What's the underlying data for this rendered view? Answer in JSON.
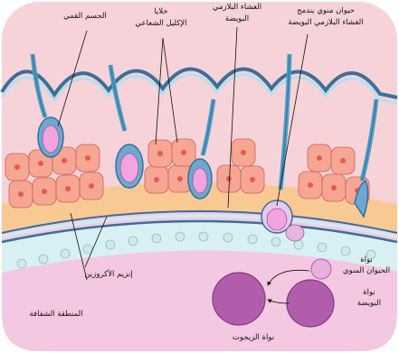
{
  "diagram": {
    "labels": {
      "acrosome": "الجسم القمي",
      "corona_cells": "خلايا",
      "corona_radiata": "الإكليل الشعاعي",
      "zona_pellucida_top": "الغشاء البلازمي",
      "zona_pellucida_bottom": "البويضة",
      "sperm_fusing": "حيوان منوي يندمج",
      "sperm_fusing_2": "الغشاء البلازمي البويضة",
      "zona_enzyme": "إنزيم الأكروزين",
      "perivitelline": "المنطقة الشفافة",
      "sperm_nucleus_1": "نواة",
      "sperm_nucleus_2": "الحيوان المنوي",
      "egg_nucleus_1": "نواة",
      "egg_nucleus_2": "البويضة",
      "zygote_nucleus": "نواة الزيجوت"
    },
    "colors": {
      "outer_bg": "#f6d3d9",
      "egg_cytoplasm": "#f4c8e2",
      "granule_layer": "#d8f0f4",
      "corona_cell": "#f7a693",
      "corona_nucleus": "#e25b56",
      "zona_band": "#f9c994",
      "membrane_blue": "#3b6f97",
      "sperm_tail": "#4aa0c4",
      "sperm_head": "#f2a4de",
      "pronucleus": "#b25dab",
      "pronucleus_light": "#eab0dd"
    }
  }
}
